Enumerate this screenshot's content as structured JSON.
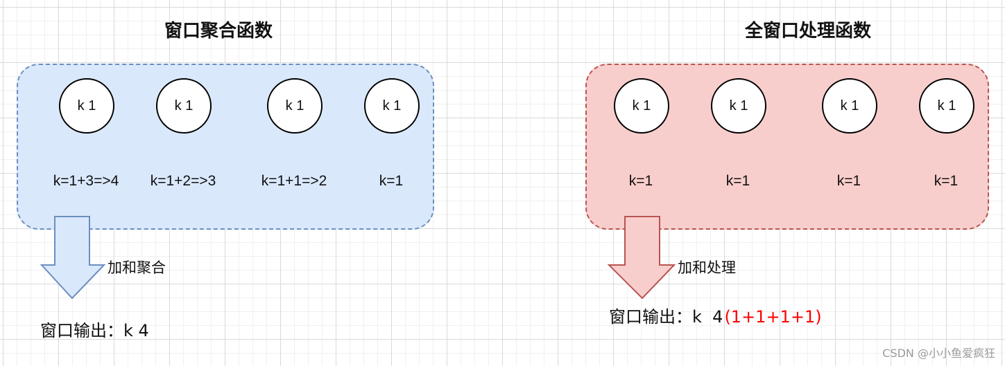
{
  "colors": {
    "left_fill": "#dae8fc",
    "left_border": "#6c8ebf",
    "right_fill": "#f8cecc",
    "right_border": "#b85450",
    "highlight": "#ff0000"
  },
  "left": {
    "title": "窗口聚合函数",
    "nodes": [
      "k 1",
      "k 1",
      "k 1",
      "k 1"
    ],
    "formulas": [
      "k=1+3=>4",
      "k=1+2=>3",
      "k=1+1=>2",
      "k=1"
    ],
    "arrow_label": "加和聚合",
    "output": "窗口输出：k 4",
    "output_detail": ""
  },
  "right": {
    "title": "全窗口处理函数",
    "nodes": [
      "k 1",
      "k 1",
      "k 1",
      "k 1"
    ],
    "formulas": [
      "k=1",
      "k=1",
      "k=1",
      "k=1"
    ],
    "arrow_label": "加和处理",
    "output": "窗口输出：k  4",
    "output_detail": "(1+1+1+1)"
  },
  "watermark": "CSDN @小小鱼爱疯狂"
}
